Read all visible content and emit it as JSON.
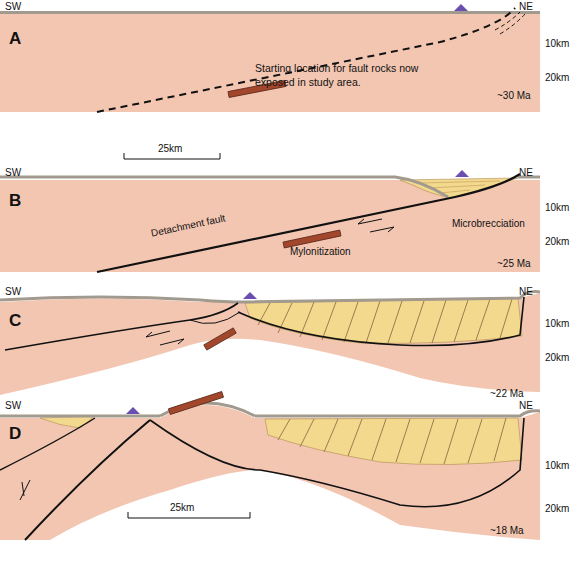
{
  "diagram": {
    "labels": [
      "SW",
      "NE",
      "A",
      "10km",
      "20km",
      "Starting location for fault rocks now exposed in study area.",
      "~30 Ma",
      "25km",
      "SW",
      "NE",
      "B",
      "10km",
      "20km",
      "Detachment fault",
      "Mylonitization",
      "Microbrecciation",
      "~25 Ma",
      "SW",
      "NE",
      "C",
      "10km",
      "20km",
      "~22 Ma",
      "SW",
      "NE",
      "D",
      "10km",
      "20km",
      "~18 Ma",
      "25km"
    ]
  }
}
